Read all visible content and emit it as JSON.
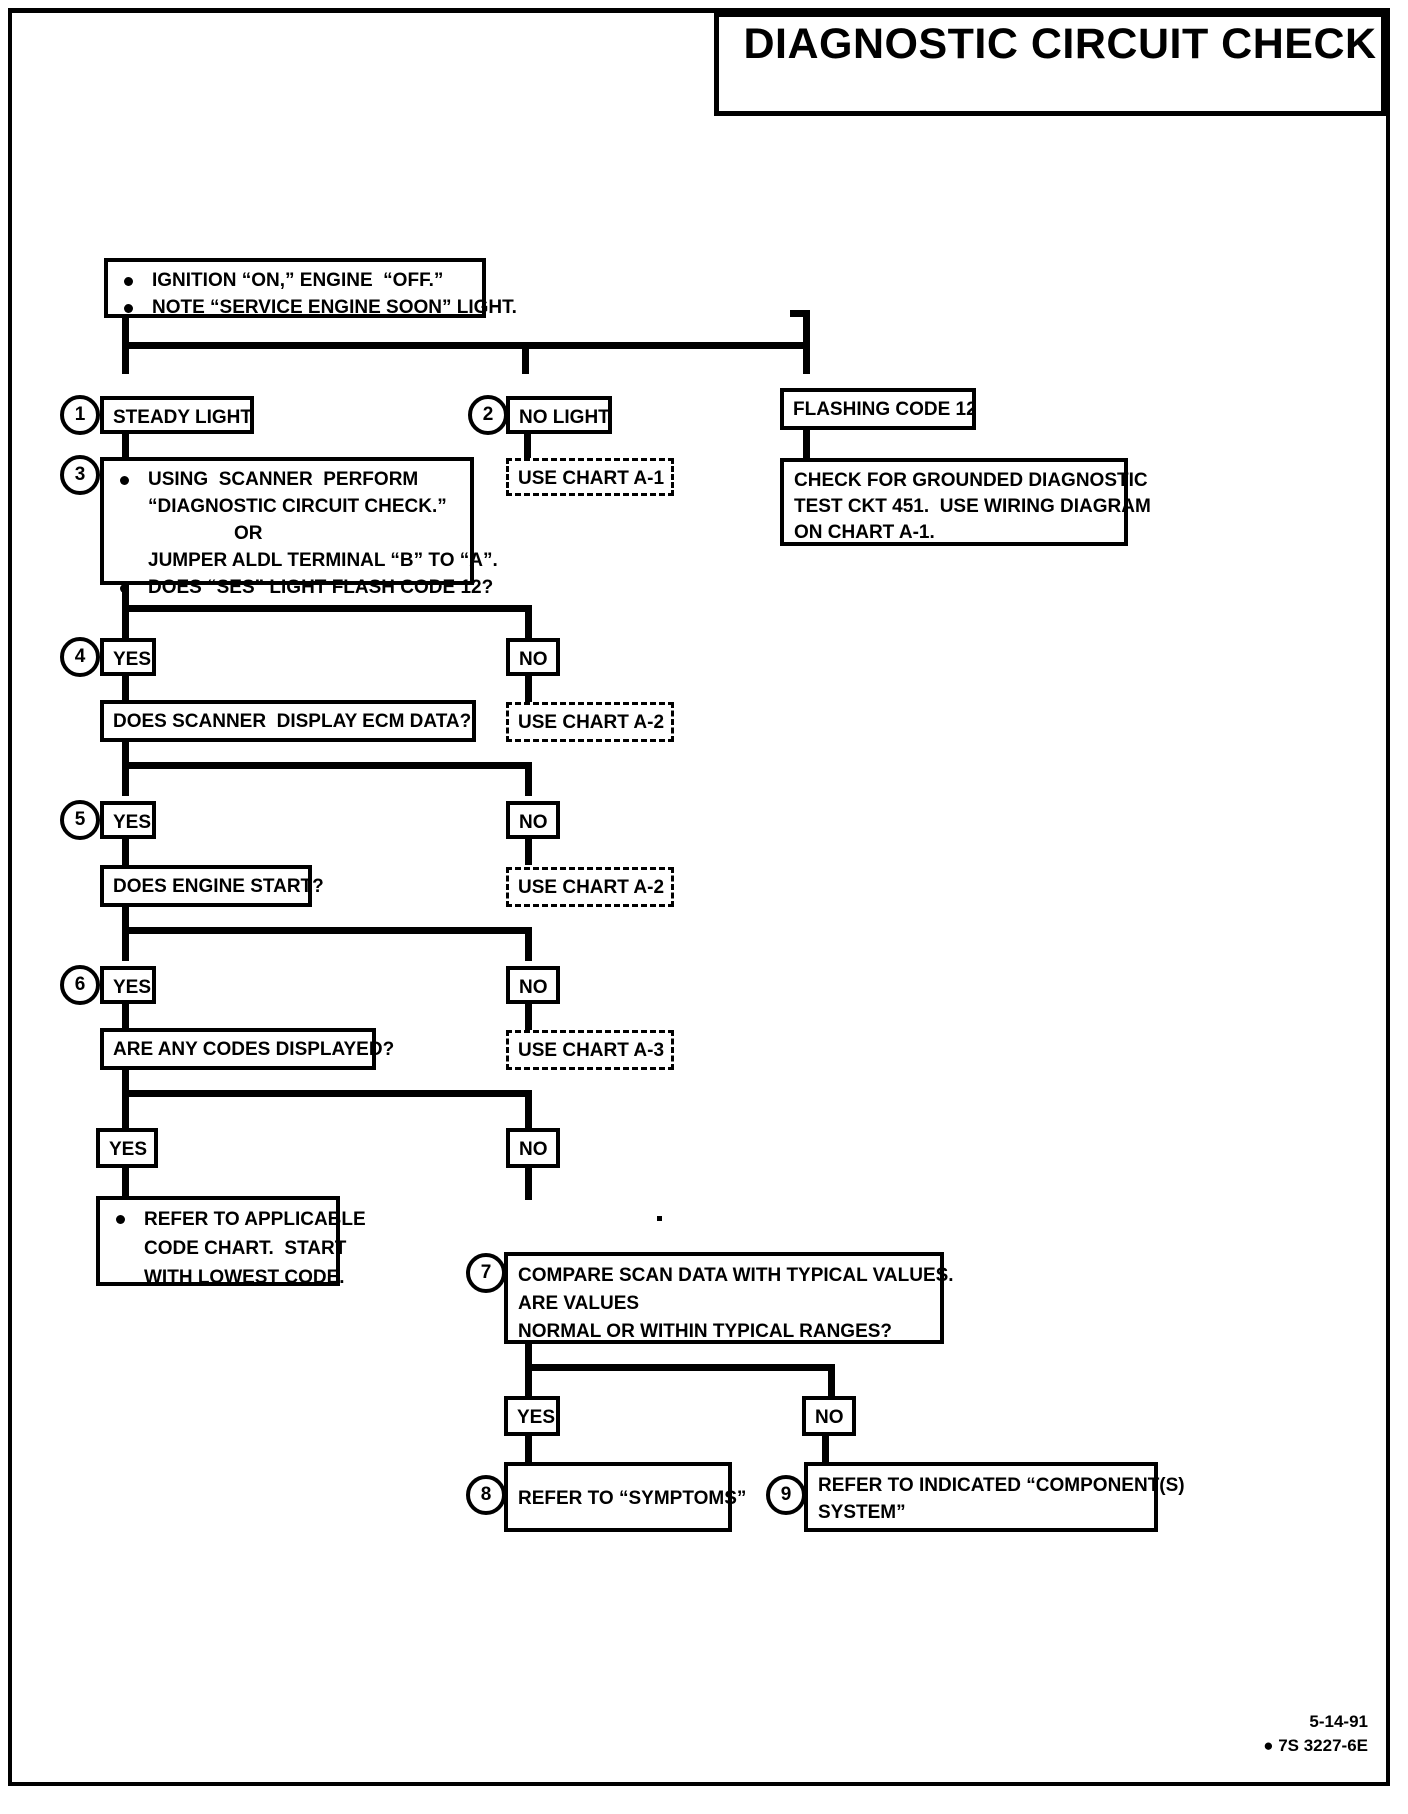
{
  "document": {
    "title": "DIAGNOSTIC CIRCUIT CHECK",
    "footer_date": "5-14-91",
    "footer_code": "● 7S 3227-6E"
  },
  "nodes": {
    "start": {
      "bullet1": "IGNITION “ON,” ENGINE  “OFF.”",
      "bullet2": "NOTE “SERVICE ENGINE SOON” LIGHT."
    },
    "steady_light": "STEADY LIGHT",
    "no_light": "NO LIGHT",
    "flashing_code_12": "FLASHING CODE 12",
    "use_chart_a1_top": "USE CHART A-1",
    "grounded_check": {
      "line1": "CHECK FOR GROUNDED DIAGNOSTIC",
      "line2": "TEST CKT 451.  USE WIRING DIAGRAM",
      "line3": "ON CHART A-1."
    },
    "scanner_perform": {
      "bullet1": "USING  SCANNER  PERFORM",
      "line2": "“DIAGNOSTIC CIRCUIT CHECK.”",
      "line3": "OR",
      "line4": "JUMPER ALDL TERMINAL “B” TO “A”.",
      "bullet2": "DOES “SES” LIGHT FLASH CODE 12?"
    },
    "yes4": "YES",
    "no4": "NO",
    "ecm_data": "DOES SCANNER  DISPLAY ECM DATA?",
    "use_chart_a2_1": "USE CHART A-2",
    "yes5": "YES",
    "no5": "NO",
    "engine_start": "DOES ENGINE START?",
    "use_chart_a2_2": "USE CHART A-2",
    "yes6": "YES",
    "no6": "NO",
    "codes_displayed": "ARE ANY CODES DISPLAYED?",
    "use_chart_a3": "USE CHART A-3",
    "yes_codes": "YES",
    "no_codes": "NO",
    "refer_code_chart": {
      "bullet1": "REFER TO APPLICABLE",
      "line2": "CODE CHART.  START",
      "line3": "WITH LOWEST CODE."
    },
    "compare_scan": {
      "line1": "COMPARE SCAN DATA WITH TYPICAL VALUES.",
      "line2": "ARE VALUES",
      "line3": "NORMAL OR WITHIN TYPICAL RANGES?"
    },
    "yes7": "YES",
    "no7": "NO",
    "refer_symptoms": "REFER TO “SYMPTOMS”",
    "refer_component": {
      "line1": "REFER TO INDICATED “COMPONENT(S)",
      "line2": "SYSTEM”"
    }
  },
  "steps": {
    "s1": "1",
    "s2": "2",
    "s3": "3",
    "s4": "4",
    "s5": "5",
    "s6": "6",
    "s7": "7",
    "s8": "8",
    "s9": "9"
  }
}
